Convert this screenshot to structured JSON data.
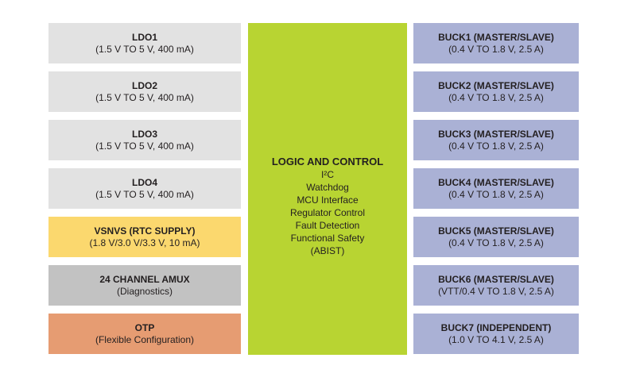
{
  "diagram": {
    "left_column": [
      {
        "title": "LDO1",
        "subtitle": "(1.5 V TO 5 V, 400 mA)"
      },
      {
        "title": "LDO2",
        "subtitle": "(1.5 V TO 5 V, 400 mA)"
      },
      {
        "title": "LDO3",
        "subtitle": "(1.5 V TO 5 V, 400 mA)"
      },
      {
        "title": "LDO4",
        "subtitle": "(1.5 V TO 5 V, 400 mA)"
      },
      {
        "title": "VSNVS (RTC SUPPLY)",
        "subtitle": "(1.8 V/3.0 V/3.3 V, 10 mA)"
      },
      {
        "title": "24 CHANNEL AMUX",
        "subtitle": "(Diagnostics)"
      },
      {
        "title": "OTP",
        "subtitle": "(Flexible Configuration)"
      }
    ],
    "center": {
      "title": "LOGIC AND CONTROL",
      "lines": [
        "I²C",
        "Watchdog",
        "MCU Interface",
        "Regulator Control",
        "Fault Detection",
        "Functional Safety",
        "(ABIST)"
      ]
    },
    "right_column": [
      {
        "title": "BUCK1 (MASTER/SLAVE)",
        "subtitle": "(0.4 V TO 1.8 V, 2.5 A)"
      },
      {
        "title": "BUCK2 (MASTER/SLAVE)",
        "subtitle": "(0.4 V TO 1.8 V, 2.5 A)"
      },
      {
        "title": "BUCK3 (MASTER/SLAVE)",
        "subtitle": "(0.4 V TO 1.8 V, 2.5 A)"
      },
      {
        "title": "BUCK4 (MASTER/SLAVE)",
        "subtitle": "(0.4 V TO 1.8 V, 2.5 A)"
      },
      {
        "title": "BUCK5 (MASTER/SLAVE)",
        "subtitle": "(0.4 V TO 1.8 V, 2.5 A)"
      },
      {
        "title": "BUCK6 (MASTER/SLAVE)",
        "subtitle": "(VTT/0.4 V TO 1.8 V, 2.5 A)"
      },
      {
        "title": "BUCK7 (INDEPENDENT)",
        "subtitle": "(1.0 V TO 4.1 V, 2.5 A)"
      }
    ],
    "colors": {
      "ldo_gray": "#e2e2e2",
      "amux_gray": "#c2c2c2",
      "vsnvs_yellow": "#fbd86e",
      "otp_orange": "#e69c72",
      "logic_green": "#b8d432",
      "buck_purple": "#aab1d5",
      "text": "#231f20",
      "background": "#ffffff"
    }
  }
}
